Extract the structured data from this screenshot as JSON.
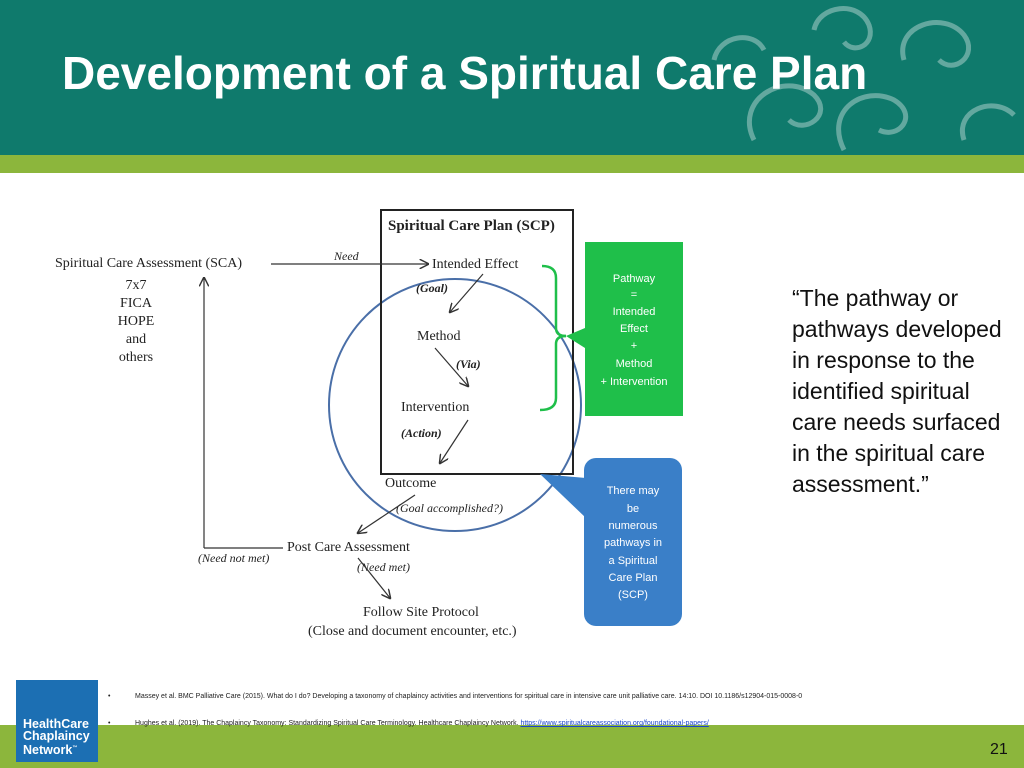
{
  "slide": {
    "title": "Development of a Spiritual Care Plan",
    "page_number": "21"
  },
  "diagram": {
    "scp_title": "Spiritual Care Plan (SCP)",
    "sca_label": "Spiritual Care Assessment (SCA)",
    "sca_tools": [
      "7x7",
      "FICA",
      "HOPE",
      "and",
      "others"
    ],
    "need": "Need",
    "intended_effect": "Intended Effect",
    "goal": "(Goal)",
    "method": "Method",
    "via": "(Via)",
    "intervention": "Intervention",
    "action": "(Action)",
    "outcome": "Outcome",
    "goal_accomplished": "(Goal accomplished?)",
    "post_care": "Post Care Assessment",
    "need_met": "(Need met)",
    "need_not_met": "(Need not met)",
    "follow_protocol": "Follow Site Protocol",
    "close_document": "(Close and document encounter, etc.)",
    "pathway_callout": [
      "Pathway",
      "=",
      "Intended",
      "Effect",
      "+",
      "Method",
      "+ Intervention"
    ],
    "numerous_callout": [
      "There may",
      "be",
      "numerous",
      "pathways in",
      "a Spiritual",
      "Care Plan",
      "(SCP)"
    ]
  },
  "quote": "“The pathway or pathways developed in response to the identified spiritual care needs surfaced in the spiritual care assessment.”",
  "references": [
    {
      "bullet": "•",
      "text": "Massey et al. BMC Palliative Care (2015). What do I do? Developing a taxonomy of chaplaincy activities and interventions for spiritual care in intensive care unit palliative care. 14:10. DOI 10.1186/s12904-015-0008-0",
      "link": ""
    },
    {
      "bullet": "•",
      "text": "Hughes et al. (2019). The Chaplaincy Taxonomy:  Standardizing Spiritual Care  Terminology. Healthcare Chaplaincy Network. ",
      "link": "https://www.spiritualcareassociation.org/foundational-papers/"
    }
  ],
  "logo": {
    "lines": [
      "HealthCare",
      "Chaplaincy",
      "Network"
    ],
    "tm": "™"
  },
  "colors": {
    "header_teal": "#0f7a6c",
    "accent_green": "#8cb63c",
    "callout_green": "#1fbf4a",
    "callout_blue": "#3a7fc8",
    "logo_blue": "#1c6fb3"
  }
}
